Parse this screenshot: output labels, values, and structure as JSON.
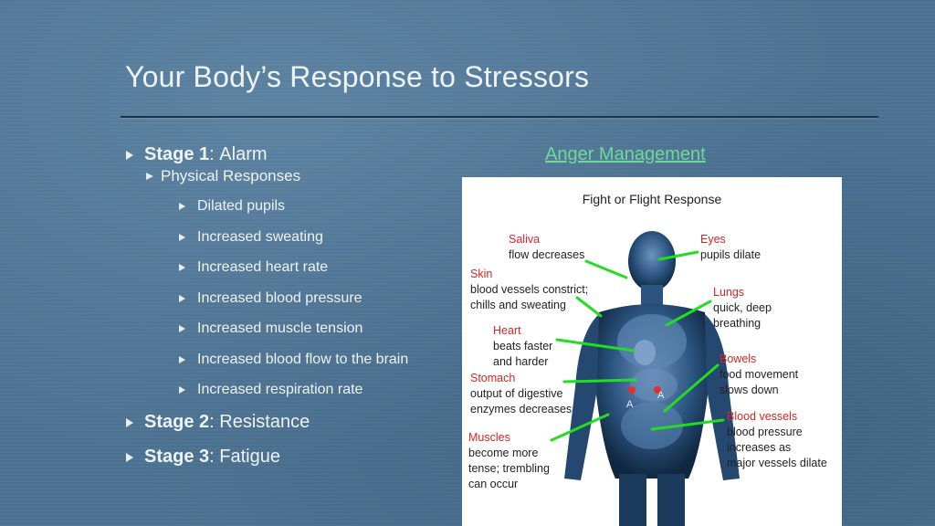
{
  "slide": {
    "title": "Your Body’s Response to Stressors",
    "link_text": "Anger Management"
  },
  "bullets": {
    "stage1_label": "Stage 1",
    "stage1_colon": ": ",
    "stage1_text": "Alarm",
    "physical_responses": "Physical Responses",
    "responses": [
      "Dilated pupils",
      "Increased sweating",
      "Increased heart rate",
      "Increased blood pressure",
      "Increased muscle tension",
      "Increased blood flow to the brain",
      "Increased respiration rate"
    ],
    "stage2_label": "Stage 2",
    "stage2_colon": ": ",
    "stage2_text": "Resistance",
    "stage3_label": "Stage 3",
    "stage3_colon": ": ",
    "stage3_text": "Fatigue"
  },
  "figure": {
    "title": "Fight or Flight Response",
    "marker_a": "A",
    "labels": {
      "saliva": {
        "heading": "Saliva",
        "lines": [
          "flow decreases"
        ]
      },
      "eyes": {
        "heading": "Eyes",
        "lines": [
          "pupils dilate"
        ]
      },
      "skin": {
        "heading": "Skin",
        "lines": [
          "blood vessels constrict;",
          "chills and sweating"
        ]
      },
      "lungs": {
        "heading": "Lungs",
        "lines": [
          "quick, deep",
          "breathing"
        ]
      },
      "heart": {
        "heading": "Heart",
        "lines": [
          "beats faster",
          "and harder"
        ]
      },
      "bowels": {
        "heading": "Bowels",
        "lines": [
          "food movement",
          "slows down"
        ]
      },
      "stomach": {
        "heading": "Stomach",
        "lines": [
          "output of digestive",
          "enzymes decreases"
        ]
      },
      "blood_vessels": {
        "heading": "Blood vessels",
        "lines": [
          "blood pressure",
          "increases as",
          "major vessels dilate"
        ]
      },
      "muscles": {
        "heading": "Muscles",
        "lines": [
          "become more",
          "tense; trembling",
          "can occur"
        ]
      }
    },
    "colors": {
      "heading": "#d62525",
      "pointer": "#22dd22",
      "body": "#1d3f63"
    }
  }
}
